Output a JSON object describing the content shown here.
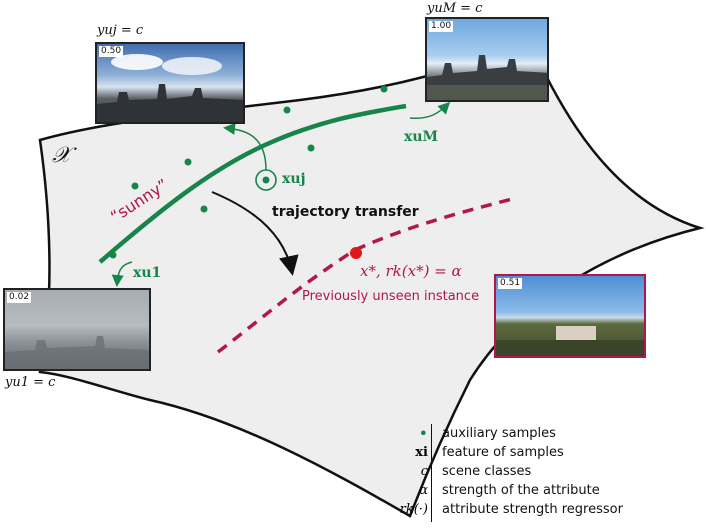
{
  "space_label": "𝒳",
  "trajectory": {
    "name": "“sunny”",
    "transfer_label": "trajectory transfer",
    "color": "#17854a"
  },
  "new_instance": {
    "label_math": "x*, rk(x*) = α",
    "label_text": "Previously unseen instance",
    "color": "#b2164e"
  },
  "feature_labels": {
    "x_u1": "xu1",
    "x_uj": "xuj",
    "x_uM": "xuM"
  },
  "photos": [
    {
      "id": "u1",
      "value": "0.02",
      "caption": "yu1 = c",
      "scene": "foggy-city"
    },
    {
      "id": "uj",
      "value": "0.50",
      "caption": "yuj = c",
      "scene": "partly-cloudy-city"
    },
    {
      "id": "uM",
      "value": "1.00",
      "caption": "yuM = c",
      "scene": "sunny-city"
    },
    {
      "id": "star",
      "value": "0.51",
      "caption": "",
      "scene": "field-view"
    }
  ],
  "legend": [
    {
      "symbol": "•",
      "description": "auxiliary samples"
    },
    {
      "symbol": "xi",
      "description": "feature of samples"
    },
    {
      "symbol": "c",
      "description": "scene classes"
    },
    {
      "symbol": "α",
      "description": "strength of the attribute"
    },
    {
      "symbol": "rk(·)",
      "description": "attribute strength regressor"
    }
  ],
  "colors": {
    "accent_green": "#17854a",
    "accent_red": "#b2164e",
    "manifold_fill": "#eeeeee",
    "manifold_stroke": "#111111"
  }
}
